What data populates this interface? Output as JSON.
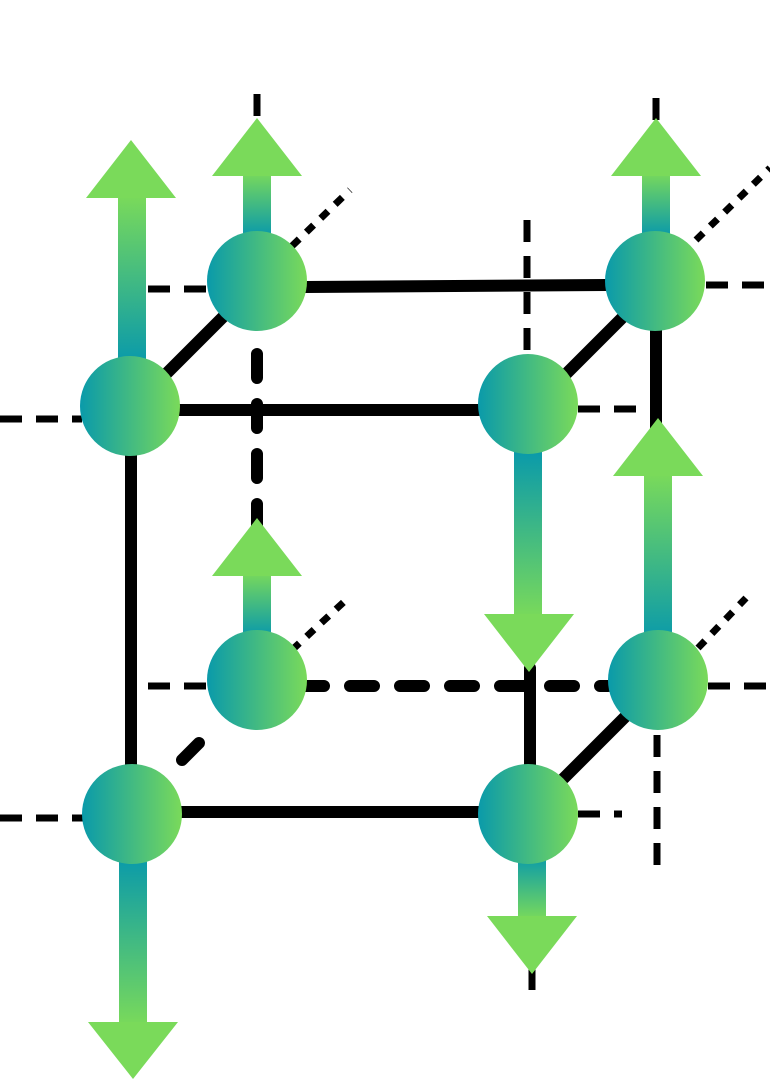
{
  "figure": {
    "icons": {
      "atom": "sphere-atom-icon",
      "spin_up": "arrow-up-icon",
      "spin_down": "arrow-down-icon"
    },
    "colors": {
      "background": "#ffffff",
      "lines": "#000000",
      "gradient_teal": "#0a9aaa",
      "gradient_green": "#7ada5a"
    },
    "atoms": [
      {
        "id": "front-top-left",
        "spin": "up"
      },
      {
        "id": "front-top-right",
        "spin": "down"
      },
      {
        "id": "front-bottom-left",
        "spin": "down"
      },
      {
        "id": "front-bottom-right",
        "spin": "down"
      },
      {
        "id": "back-top-left",
        "spin": "up"
      },
      {
        "id": "back-top-right",
        "spin": "up"
      },
      {
        "id": "back-bottom-left",
        "spin": "up"
      },
      {
        "id": "back-bottom-right",
        "spin": "up"
      }
    ]
  }
}
